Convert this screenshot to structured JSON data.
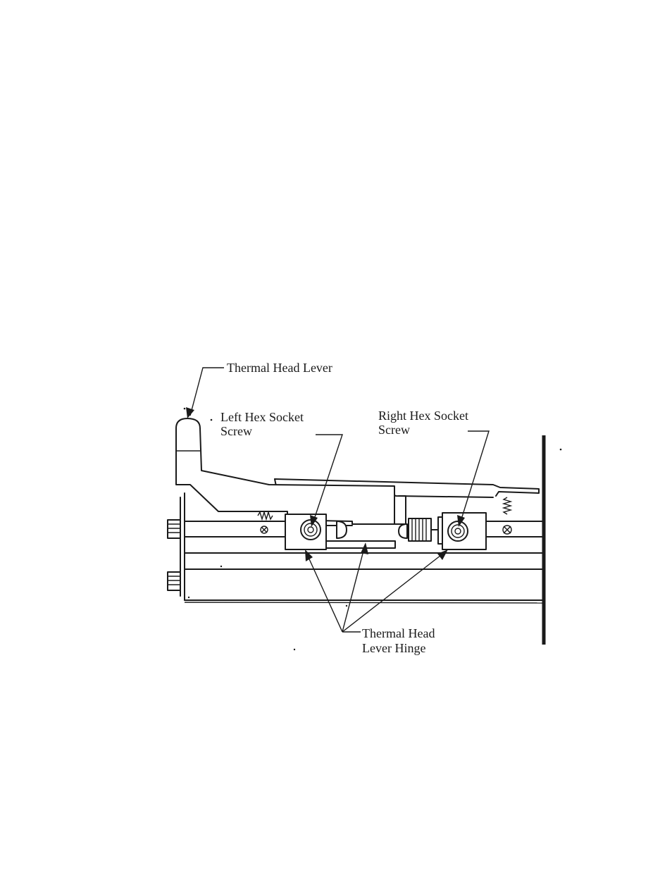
{
  "labels": {
    "thermal_head_lever": "Thermal Head Lever",
    "left_hex_line1": "Left Hex Socket",
    "left_hex_line2": "Screw",
    "right_hex_line1": "Right Hex Socket",
    "right_hex_line2": "Screw",
    "hinge_line1": "Thermal Head",
    "hinge_line2": "Lever Hinge"
  }
}
